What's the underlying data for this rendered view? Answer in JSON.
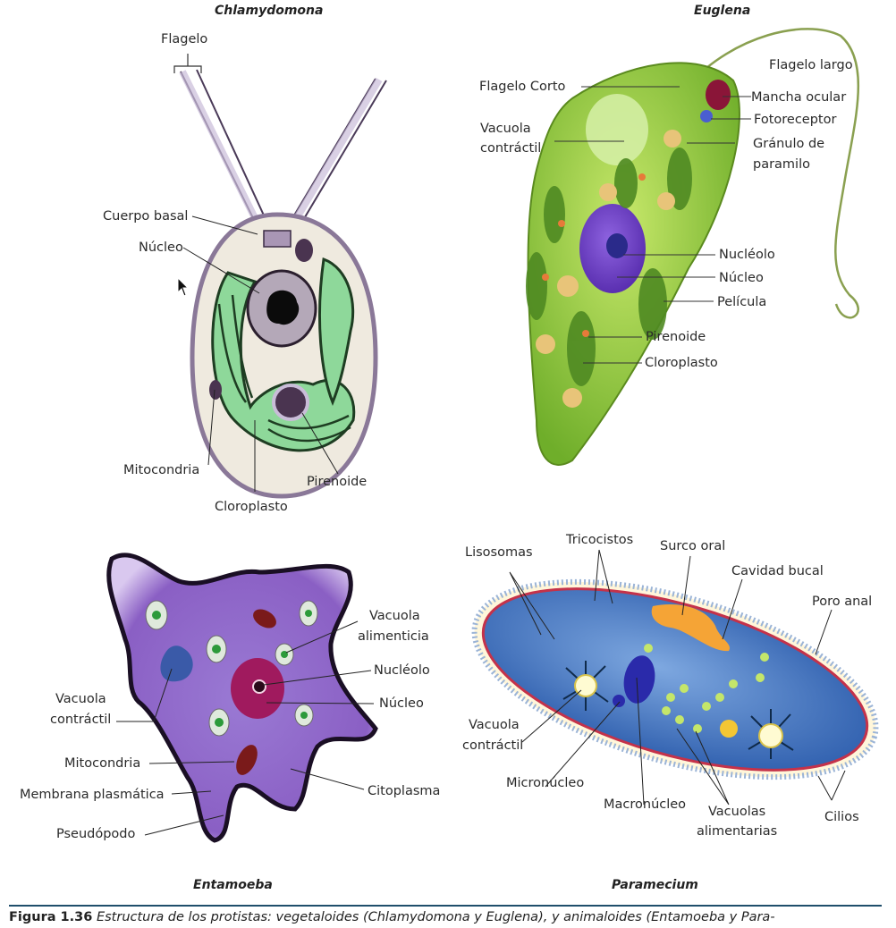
{
  "panels": {
    "chlamydomona": {
      "title": "Chlamydomona",
      "labels": {
        "flagelo": "Flagelo",
        "cuerpo_basal": "Cuerpo basal",
        "nucleo": "Núcleo",
        "mitocondria": "Mitocondria",
        "cloroplasto": "Cloroplasto",
        "pirenoide": "Pirenoide"
      }
    },
    "euglena": {
      "title": "Euglena",
      "labels": {
        "flagelo_largo": "Flagelo largo",
        "flagelo_corto": "Flagelo Corto",
        "mancha_ocular": "Mancha ocular",
        "fotoreceptor": "Fotoreceptor",
        "vacuola_l1": "Vacuola",
        "vacuola_l2": "contráctil",
        "granulo_l1": "Gránulo de",
        "granulo_l2": "paramilo",
        "nucleolo": "Nucléolo",
        "nucleo": "Núcleo",
        "pelicula": "Película",
        "pirenoide": "Pirenoide",
        "cloroplasto": "Cloroplasto"
      }
    },
    "entamoeba": {
      "title": "Entamoeba",
      "labels": {
        "vac_alim_l1": "Vacuola",
        "vac_alim_l2": "alimenticia",
        "nucleolo": "Nucléolo",
        "nucleo": "Núcleo",
        "vac_contr_l1": "Vacuola",
        "vac_contr_l2": "contráctil",
        "mitocondria": "Mitocondria",
        "membrana": "Membrana plasmática",
        "citoplasma": "Citoplasma",
        "pseudopodo": "Pseudópodo"
      }
    },
    "paramecium": {
      "title": "Paramecium",
      "labels": {
        "lisosomas": "Lisosomas",
        "tricocistos": "Tricocistos",
        "surco_oral": "Surco oral",
        "cavidad_bucal": "Cavidad bucal",
        "poro_anal": "Poro anal",
        "vac_contr_l1": "Vacuola",
        "vac_contr_l2": "contráctil",
        "micronucleo": "Micronúcleo",
        "macronucleo": "Macronúcleo",
        "vac_alim_l1": "Vacuolas",
        "vac_alim_l2": "alimentarias",
        "cilios": "Cilios"
      }
    }
  },
  "caption": {
    "figure_number": "Figura 1.36",
    "text": " Estructura de los protistas: vegetaloides (Chlamydomona y Euglena), y animaloides (Entamoeba y Para-"
  },
  "colors": {
    "divider": "#1f4e6b",
    "chlamy_green": "#8ed89a",
    "chlamy_dark": "#1e3d22",
    "euglena_green": "#8cc63f",
    "amoeba_purple": "#8a63c8",
    "paramecium_blue": "#3e6fbf"
  }
}
